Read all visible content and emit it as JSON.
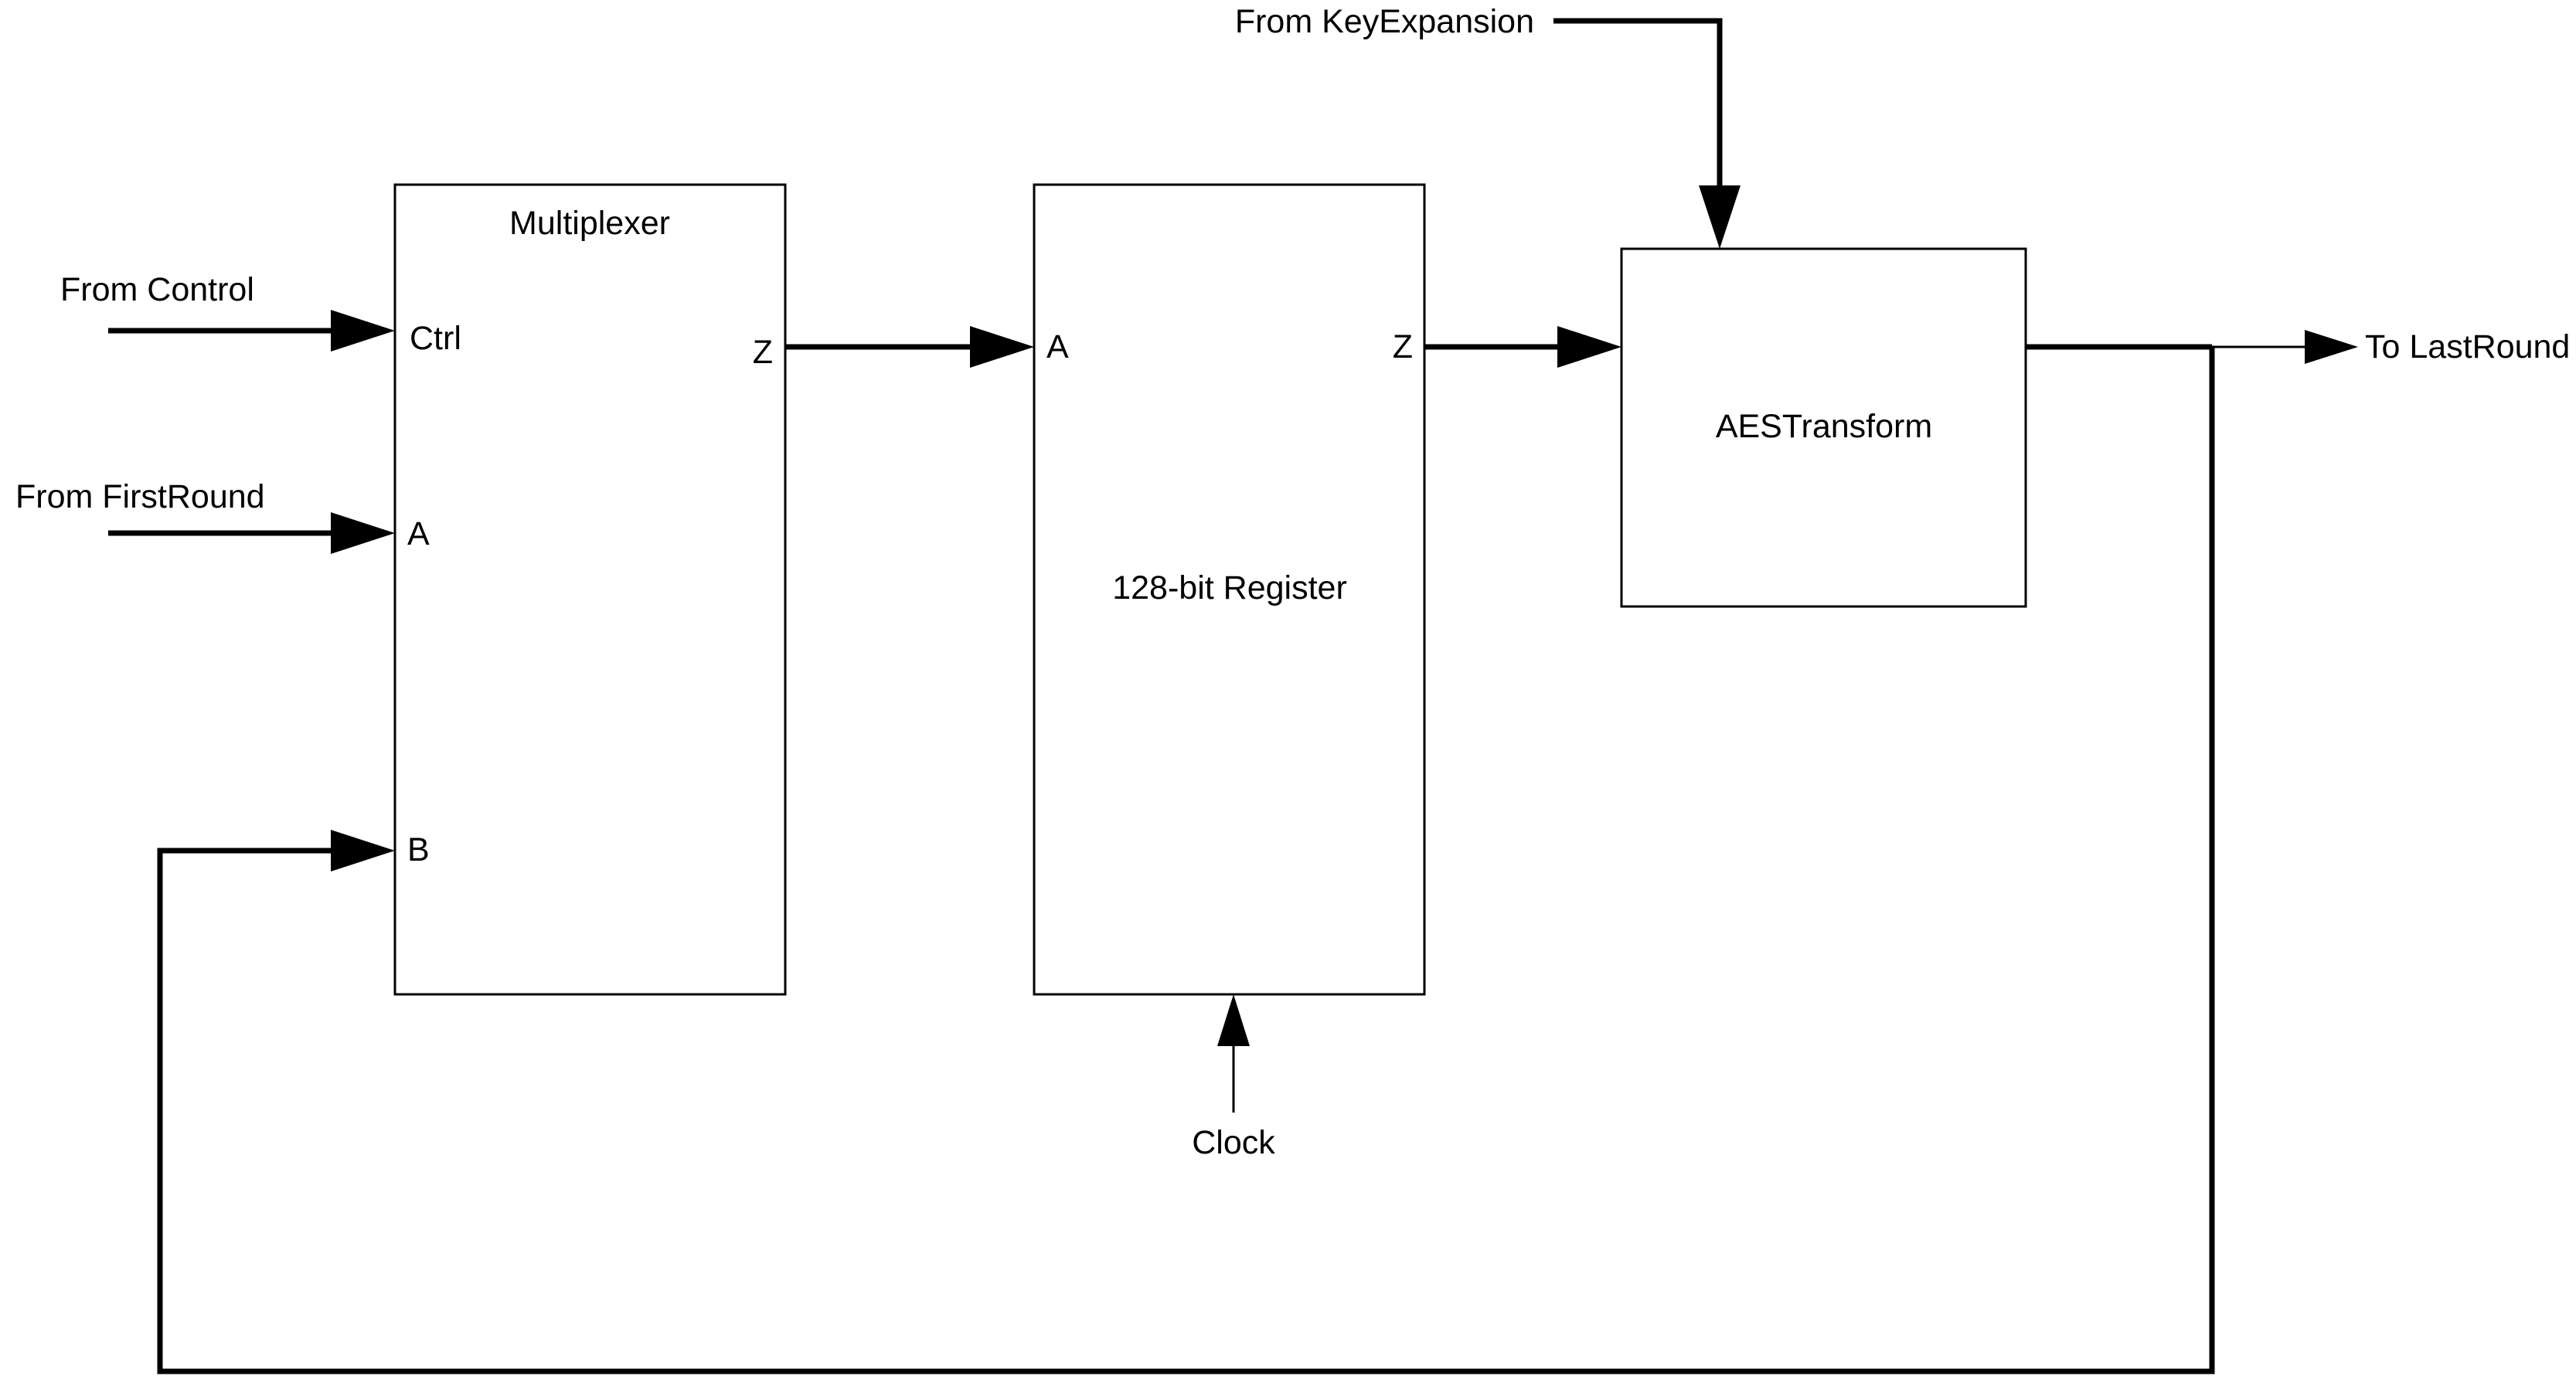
{
  "diagram": {
    "blocks": {
      "mux": {
        "title": "Multiplexer",
        "port_ctrl": "Ctrl",
        "port_a": "A",
        "port_b": "B",
        "port_z": "Z"
      },
      "register": {
        "title": "128-bit Register",
        "port_a": "A",
        "port_z": "Z"
      },
      "transform": {
        "title": "AESTransform"
      }
    },
    "signals": {
      "from_control": "From Control",
      "from_first_round": "From FirstRound",
      "from_key_expansion": "From KeyExpansion",
      "to_last_round": "To LastRound",
      "clock": "Clock"
    }
  }
}
